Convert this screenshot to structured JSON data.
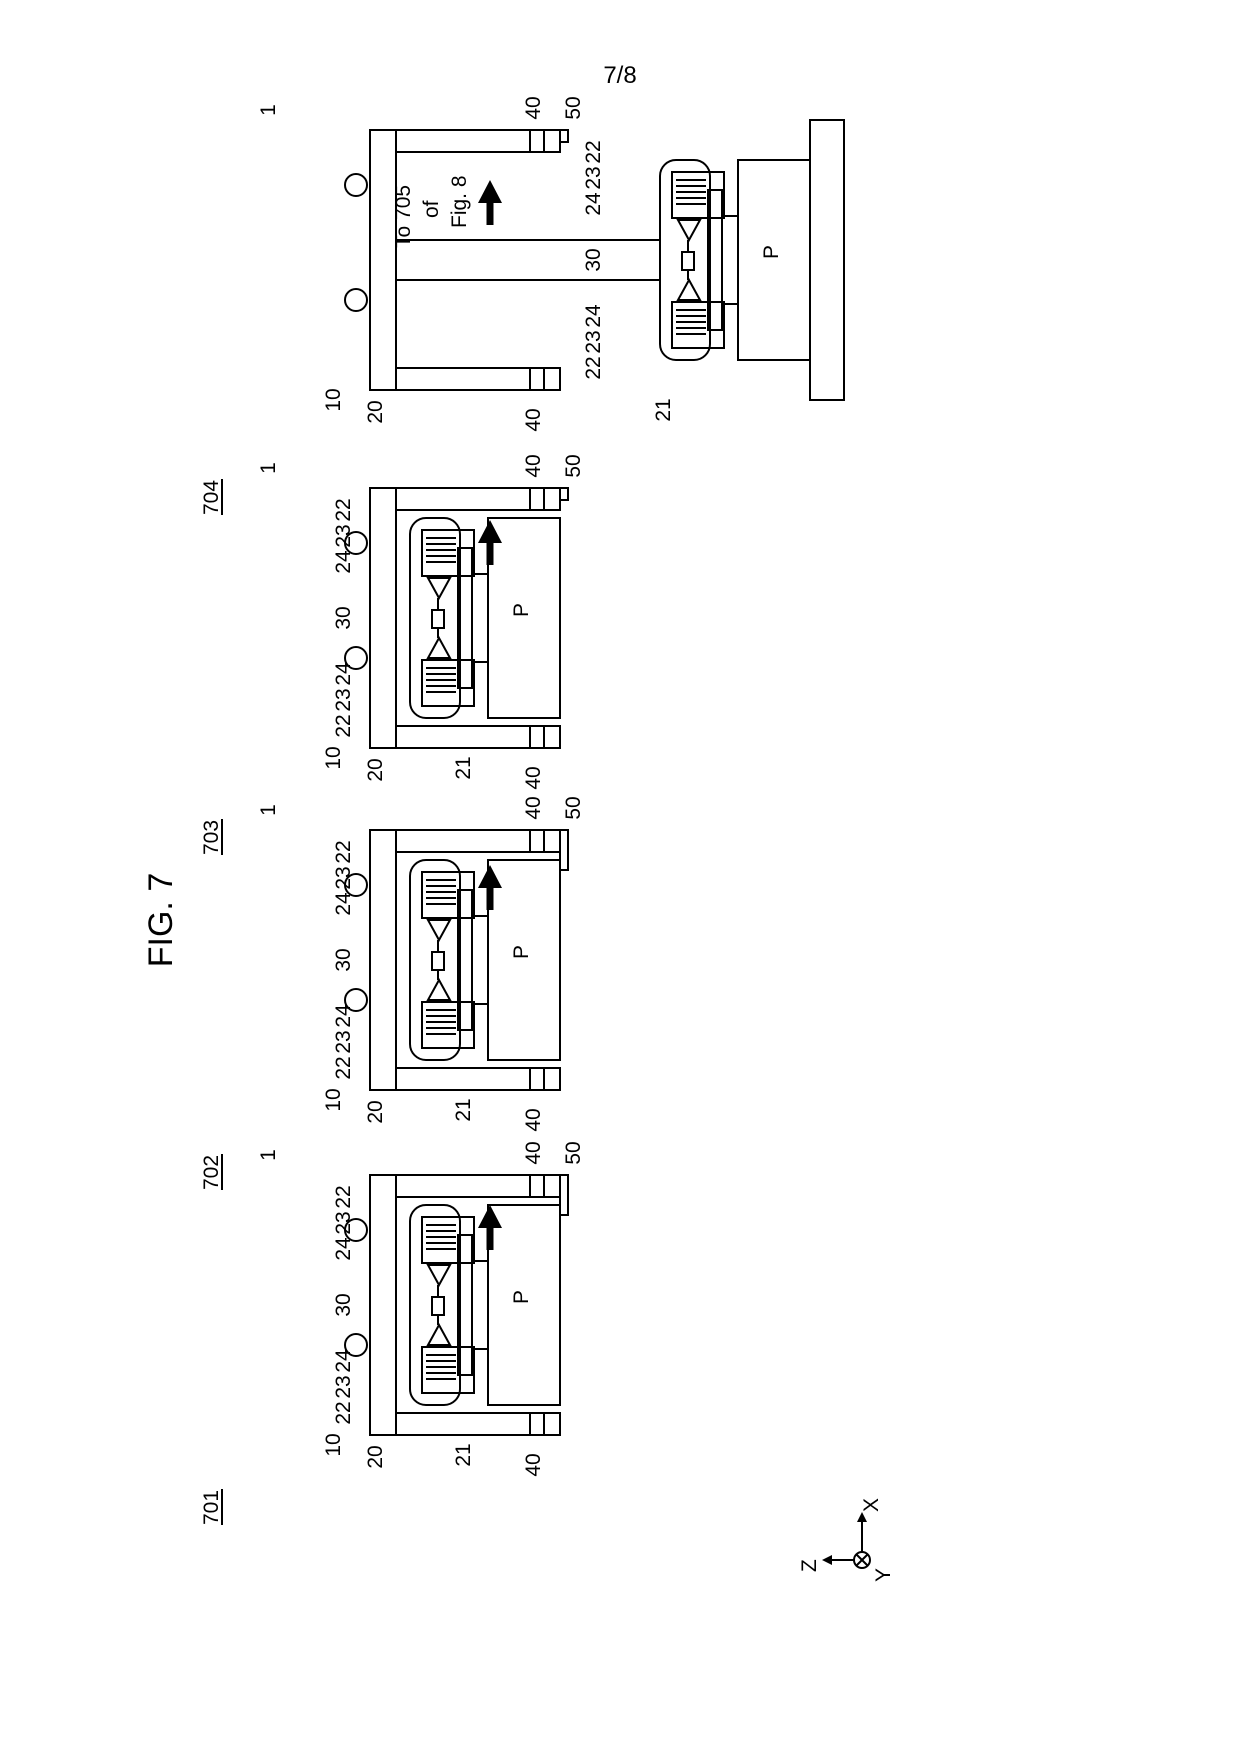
{
  "page_number": "7/8",
  "figure_title": "FIG. 7",
  "note": "To 705 of Fig. 8",
  "axes": {
    "z": "Z",
    "x": "X",
    "y": "Y"
  },
  "colors": {
    "ink": "#000000",
    "dots": "#555555",
    "hatch": "#000000",
    "paper": "#ffffff"
  },
  "steps": [
    {
      "ref": "701",
      "device_ref": "1",
      "labels": [
        "10",
        "20",
        "21",
        "22",
        "23",
        "24",
        "30",
        "24",
        "23",
        "22",
        "40",
        "40",
        "50",
        "P"
      ],
      "gripper_in_housing": true,
      "sensor_50_contacting": true,
      "pillars_40_touching_P": true
    },
    {
      "ref": "702",
      "device_ref": "1",
      "labels": [
        "10",
        "20",
        "21",
        "22",
        "23",
        "24",
        "30",
        "24",
        "23",
        "22",
        "40",
        "40",
        "50",
        "P"
      ],
      "gripper_in_housing": true,
      "sensor_50_contacting": true,
      "pillars_40_touching_P": true
    },
    {
      "ref": "703",
      "device_ref": "1",
      "labels": [
        "10",
        "20",
        "21",
        "22",
        "23",
        "24",
        "30",
        "24",
        "23",
        "22",
        "40",
        "40",
        "50",
        "P"
      ],
      "gripper_in_housing": true,
      "sensor_50_contacting": false,
      "pillars_40_touching_P": false
    },
    {
      "ref": "704",
      "device_ref": "1",
      "labels": [
        "10",
        "20",
        "21",
        "22",
        "23",
        "24",
        "30",
        "24",
        "23",
        "22",
        "40",
        "40",
        "50",
        "P"
      ],
      "gripper_in_housing": false,
      "sensor_50_contacting": false,
      "pillars_40_touching_P": false
    }
  ],
  "rotated_words": {
    "to_705": "To 705",
    "of": "of",
    "fig8": "Fig. 8"
  }
}
